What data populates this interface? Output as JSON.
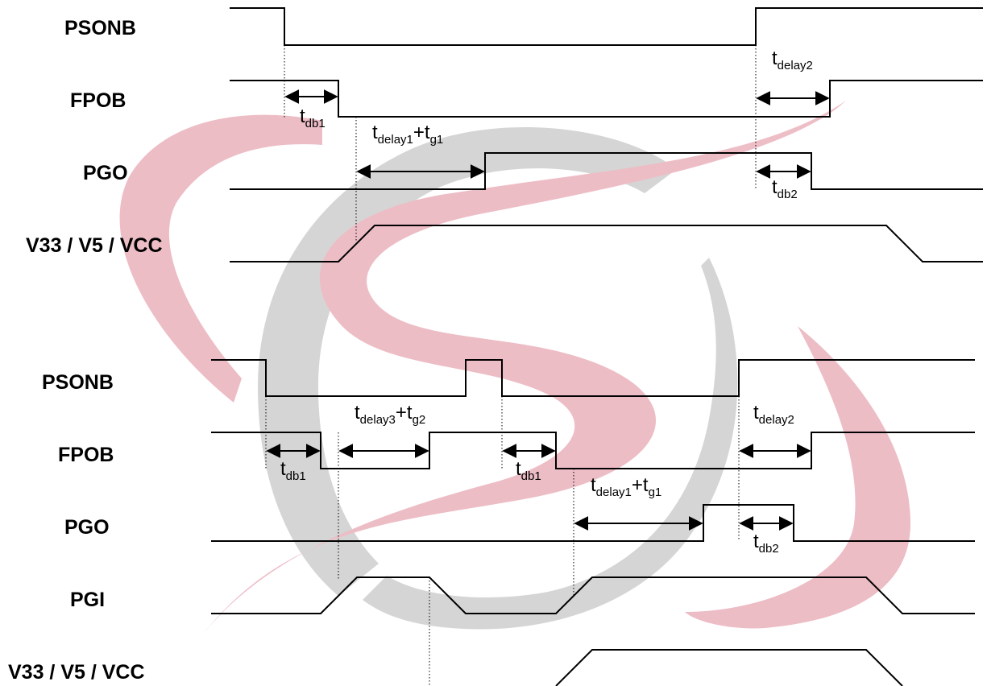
{
  "diagram_1": {
    "signals": [
      "PSONB",
      "FPOB",
      "PGO",
      "V33 / V5 / VCC"
    ],
    "timing_labels": [
      {
        "t": "t",
        "sub": "db1"
      },
      {
        "t": "t",
        "sub": "delay1",
        "plus": "+t",
        "sub2": "g1"
      },
      {
        "t": "t",
        "sub": "delay2"
      },
      {
        "t": "t",
        "sub": "db2"
      }
    ]
  },
  "diagram_2": {
    "signals": [
      "PSONB",
      "FPOB",
      "PGO",
      "PGI",
      "V33 / V5 / VCC"
    ],
    "timing_labels": [
      {
        "t": "t",
        "sub": "delay3",
        "plus": "+t",
        "sub2": "g2"
      },
      {
        "t": "t",
        "sub": "delay2"
      },
      {
        "t": "t",
        "sub": "db1"
      },
      {
        "t": "t",
        "sub": "db1"
      },
      {
        "t": "t",
        "sub": "delay1",
        "plus": "+t",
        "sub2": "g1"
      },
      {
        "t": "t",
        "sub": "db2"
      }
    ]
  },
  "watermark": {
    "colors": {
      "pink": "#e8a8b4",
      "gray": "#c8c8c8"
    }
  }
}
